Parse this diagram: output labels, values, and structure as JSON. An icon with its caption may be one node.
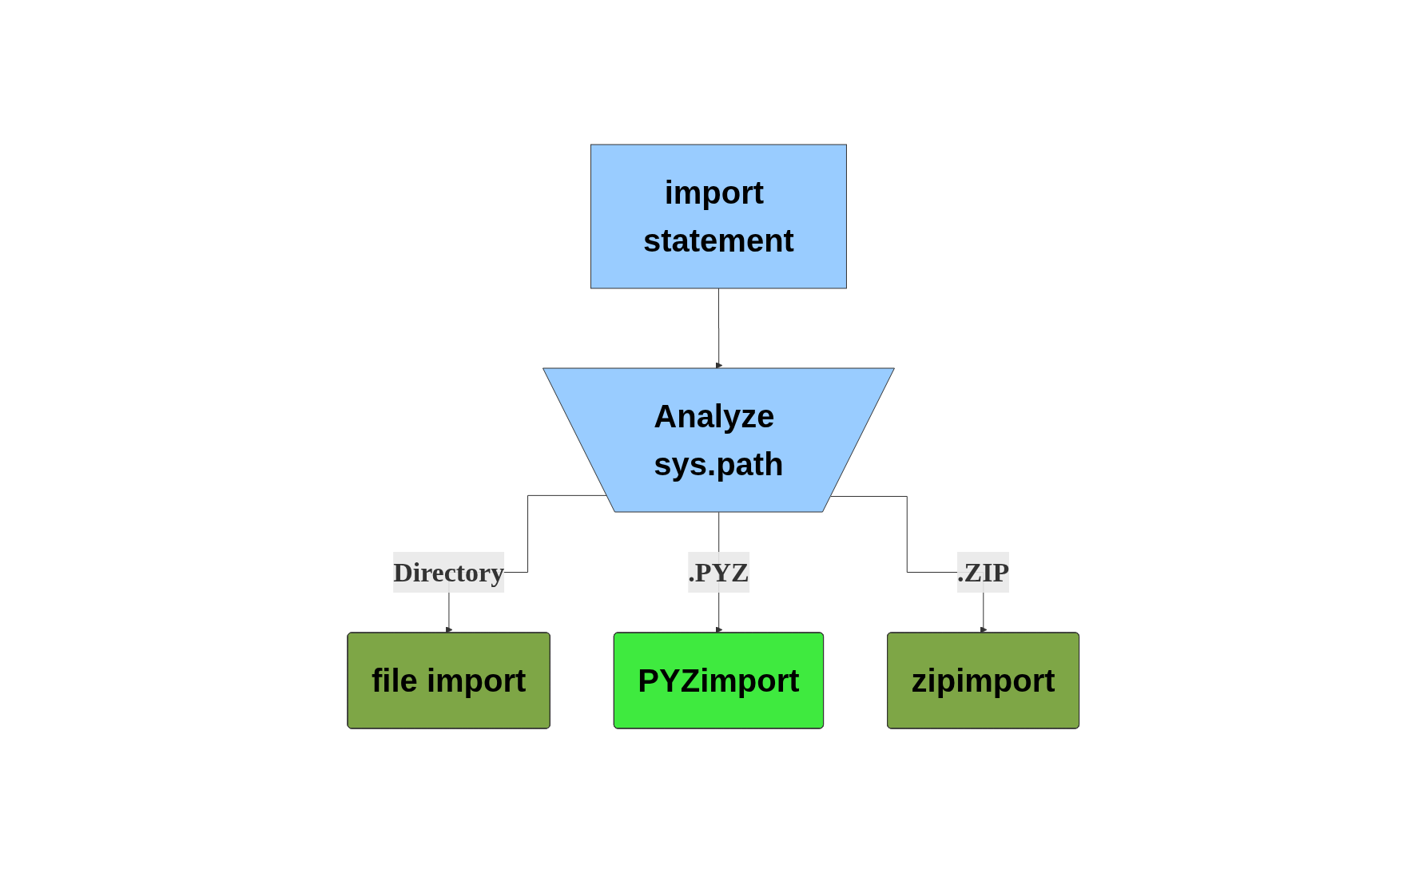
{
  "diagram": {
    "nodes": [
      {
        "text": [
          "import statement"
        ]
      },
      {
        "text": [
          "Analyze sys.path"
        ]
      },
      {
        "text": [
          "file import"
        ]
      },
      {
        "text": [
          "PYZimport"
        ]
      },
      {
        "text": [
          "zipimport"
        ]
      }
    ],
    "edges": [
      {
        "from": 0,
        "to": 1,
        "arrow": "to"
      },
      {
        "from": 1,
        "to": 2,
        "arrow": "to",
        "label": "Directory"
      },
      {
        "from": 1,
        "to": 3,
        "arrow": "to",
        "label": ".PYZ"
      },
      {
        "from": 1,
        "to": 4,
        "arrow": "to",
        "label": ".ZIP"
      }
    ]
  }
}
